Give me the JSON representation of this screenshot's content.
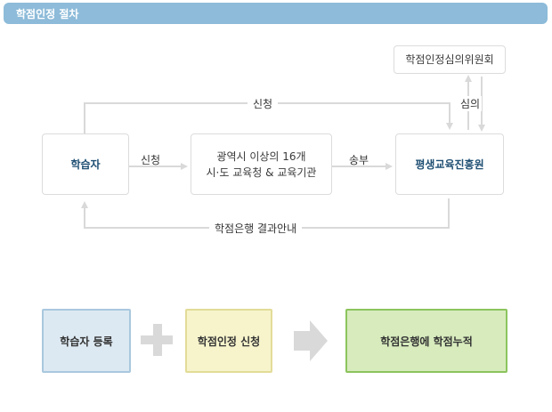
{
  "header": {
    "title": "학점인정 절차"
  },
  "flow": {
    "learner": "학습자",
    "office_line1": "광역시 이상의 16개",
    "office_line2": "시·도 교육청 & 교육기관",
    "institute": "평생교육진흥원",
    "committee": "학점인정심의위원회",
    "label_apply_top": "신청",
    "label_apply_left": "신청",
    "label_send": "송부",
    "label_review": "심의",
    "label_result": "학점은행 결과안내"
  },
  "steps": {
    "step1": "학습자 등록",
    "step2": "학점인정 신청",
    "step3": "학점은행에 학점누적",
    "colors": {
      "step1": "#dde9f2",
      "step2": "#f7f4cc",
      "step3": "#d7ebbd"
    }
  }
}
